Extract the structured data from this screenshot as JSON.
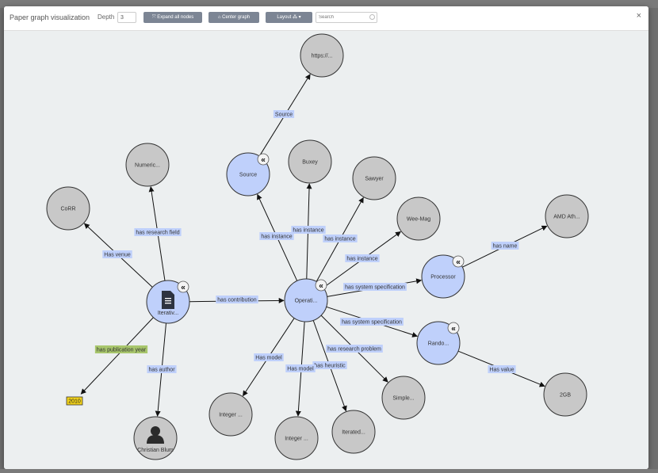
{
  "modal": {
    "title": "Paper graph visualization",
    "depth_label": "Depth",
    "depth_value": "3",
    "expand_label": "Expand all nodes",
    "center_label": "Center graph",
    "layout_label": "Layout",
    "search_placeholder": "Search",
    "close_label": "×"
  },
  "graph": {
    "nodes": [
      {
        "id": "paper",
        "label": "Iterativ...",
        "color": "#bfd0fb",
        "icon": "document-icon",
        "expand": true
      },
      {
        "id": "author",
        "label": "Christian Blum",
        "color": "#c8c8c8",
        "icon": "person-icon"
      },
      {
        "id": "year",
        "label": "2010",
        "color": "#f2d21a",
        "shape": "box"
      },
      {
        "id": "venue",
        "label": "CoRR",
        "color": "#c8c8c8"
      },
      {
        "id": "field",
        "label": "Numeric...",
        "color": "#c8c8c8"
      },
      {
        "id": "contrib",
        "label": "Operati...",
        "color": "#bfd0fb",
        "expand": true
      },
      {
        "id": "source",
        "label": "Source",
        "color": "#bfd0fb",
        "expand": true
      },
      {
        "id": "url",
        "label": "https://...",
        "color": "#c8c8c8"
      },
      {
        "id": "buxey",
        "label": "Buxey",
        "color": "#c8c8c8"
      },
      {
        "id": "sawyer",
        "label": "Sawyer",
        "color": "#c8c8c8"
      },
      {
        "id": "weemag",
        "label": "Wee-Mag",
        "color": "#c8c8c8"
      },
      {
        "id": "processor",
        "label": "Processor",
        "color": "#bfd0fb",
        "expand": true
      },
      {
        "id": "amd",
        "label": "AMD Ath...",
        "color": "#c8c8c8"
      },
      {
        "id": "random",
        "label": "Rando...",
        "color": "#bfd0fb",
        "expand": true
      },
      {
        "id": "gb",
        "label": "2GB",
        "color": "#c8c8c8"
      },
      {
        "id": "simple",
        "label": "Simple...",
        "color": "#c8c8c8"
      },
      {
        "id": "iterated",
        "label": "Iterated...",
        "color": "#c8c8c8"
      },
      {
        "id": "integer2",
        "label": "Integer ...",
        "color": "#c8c8c8"
      },
      {
        "id": "integer1",
        "label": "Integer ...",
        "color": "#c8c8c8"
      }
    ],
    "edges": [
      {
        "from": "paper",
        "to": "contrib",
        "label": "has contribution"
      },
      {
        "from": "paper",
        "to": "author",
        "label": "has author"
      },
      {
        "from": "paper",
        "to": "year",
        "label": "has publication year",
        "highlight": true
      },
      {
        "from": "paper",
        "to": "venue",
        "label": "Has venue"
      },
      {
        "from": "paper",
        "to": "field",
        "label": "has research field"
      },
      {
        "from": "source",
        "to": "url",
        "label": "Source"
      },
      {
        "from": "contrib",
        "to": "source",
        "label": "has instance"
      },
      {
        "from": "contrib",
        "to": "buxey",
        "label": "has instance"
      },
      {
        "from": "contrib",
        "to": "sawyer",
        "label": "has instance"
      },
      {
        "from": "contrib",
        "to": "weemag",
        "label": "has instance"
      },
      {
        "from": "contrib",
        "to": "processor",
        "label": "has system specification"
      },
      {
        "from": "processor",
        "to": "amd",
        "label": "has name"
      },
      {
        "from": "contrib",
        "to": "random",
        "label": "has system specification"
      },
      {
        "from": "random",
        "to": "gb",
        "label": "Has value"
      },
      {
        "from": "contrib",
        "to": "simple",
        "label": "has research problem"
      },
      {
        "from": "contrib",
        "to": "iterated",
        "label": "has heuristic"
      },
      {
        "from": "contrib",
        "to": "integer2",
        "label": "Has model"
      },
      {
        "from": "contrib",
        "to": "integer1",
        "label": "Has model"
      }
    ]
  }
}
